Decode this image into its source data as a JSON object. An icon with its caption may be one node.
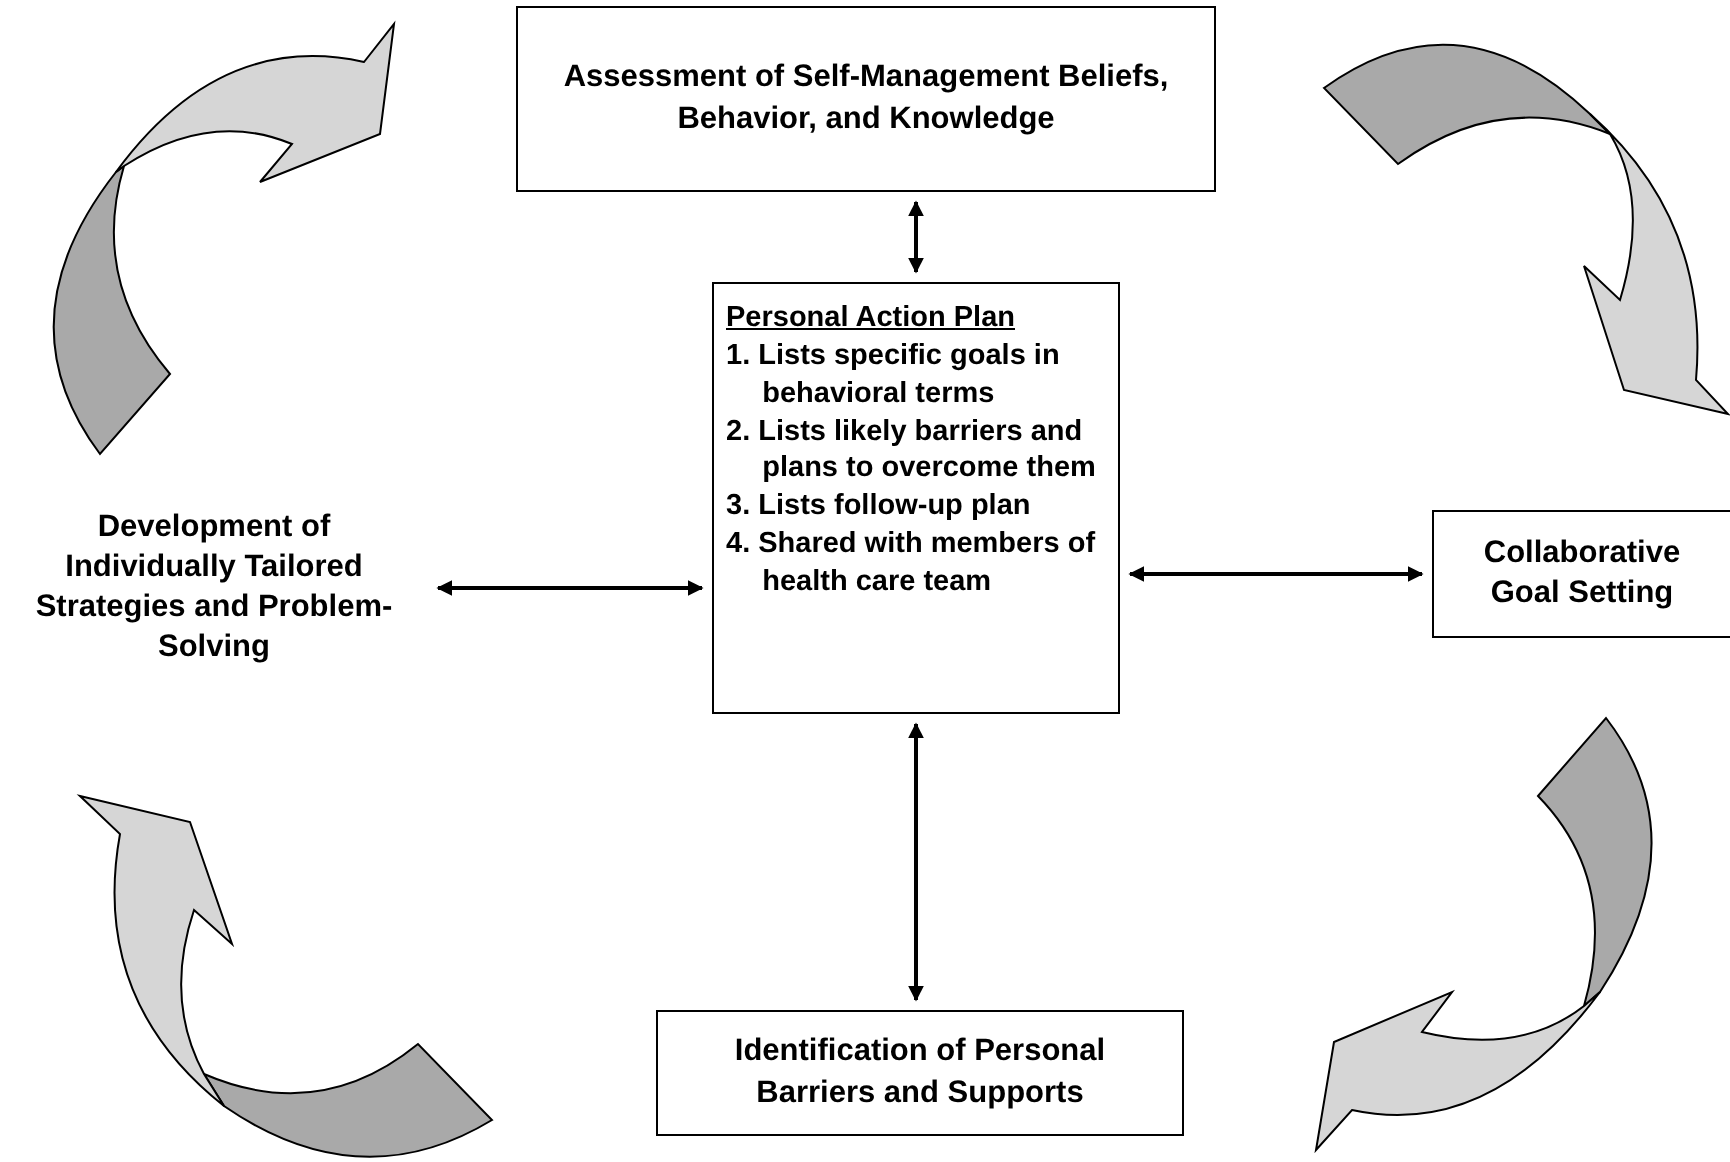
{
  "diagram": {
    "nodes": [
      {
        "text": [
          "Assessment of Self-Management Beliefs, Behavior, and Knowledge"
        ]
      },
      {
        "text": [
          "Personal Action Plan",
          "1. Lists specific goals in behavioral terms",
          "2. Lists likely barriers and plans to overcome them",
          "3. Lists follow-up plan",
          "4. Shared with members of health care team"
        ]
      },
      {
        "text": [
          "Development of Individually Tailored Strategies and Problem-Solving"
        ]
      },
      {
        "text": [
          "Collaborative Goal Setting"
        ]
      },
      {
        "text": [
          "Identification of Personal Barriers and Supports"
        ]
      }
    ],
    "edges": [
      {
        "from": 0,
        "to": 1,
        "arrow": "both"
      },
      {
        "from": 1,
        "to": 2,
        "arrow": "both"
      },
      {
        "from": 1,
        "to": 3,
        "arrow": "both"
      },
      {
        "from": 1,
        "to": 4,
        "arrow": "both"
      }
    ]
  }
}
